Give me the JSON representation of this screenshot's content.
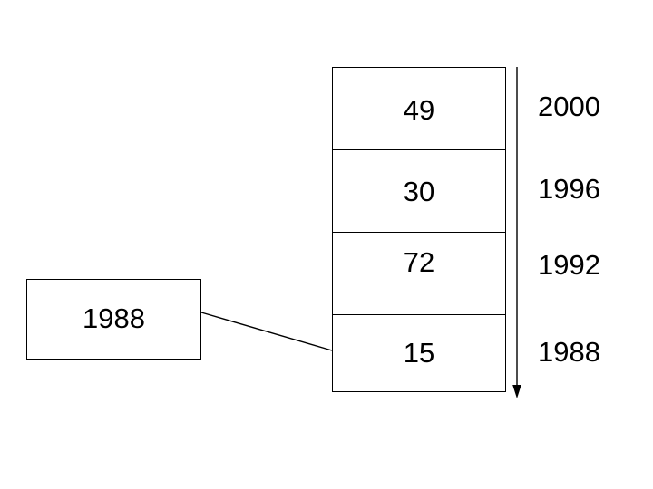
{
  "chart_data": {
    "type": "table",
    "title": "",
    "orientation": "vertical-stack",
    "categories": [
      "2000",
      "1996",
      "1992",
      "1988"
    ],
    "values": [
      49,
      30,
      72,
      15
    ],
    "cells": [
      {
        "value": "49",
        "year": "2000"
      },
      {
        "value": "30",
        "year": "1996"
      },
      {
        "value": "72",
        "year": "1992"
      },
      {
        "value": "15",
        "year": "1988"
      }
    ],
    "axis": {
      "direction": "downward",
      "arrow_head": "down",
      "tick_labels": [
        "2000",
        "1996",
        "1992",
        "1988"
      ]
    },
    "callout": {
      "label": "1988",
      "connects_to_cell_index": 3
    },
    "xlabel": "",
    "ylabel": "",
    "grid": false,
    "legend": null
  },
  "diagram": {
    "stack": {
      "name": "value-stack",
      "cells": [
        {
          "value": "49"
        },
        {
          "value": "30"
        },
        {
          "value": "72"
        },
        {
          "value": "15"
        }
      ]
    },
    "year_axis": {
      "labels": [
        "2000",
        "1996",
        "1992",
        "1988"
      ],
      "arrow_icon": "arrow-down-icon"
    },
    "callout": {
      "label": "1988",
      "connector_icon": "leader-line-icon"
    }
  },
  "colors": {
    "stroke": "#000000",
    "background": "#ffffff",
    "text": "#000000"
  }
}
